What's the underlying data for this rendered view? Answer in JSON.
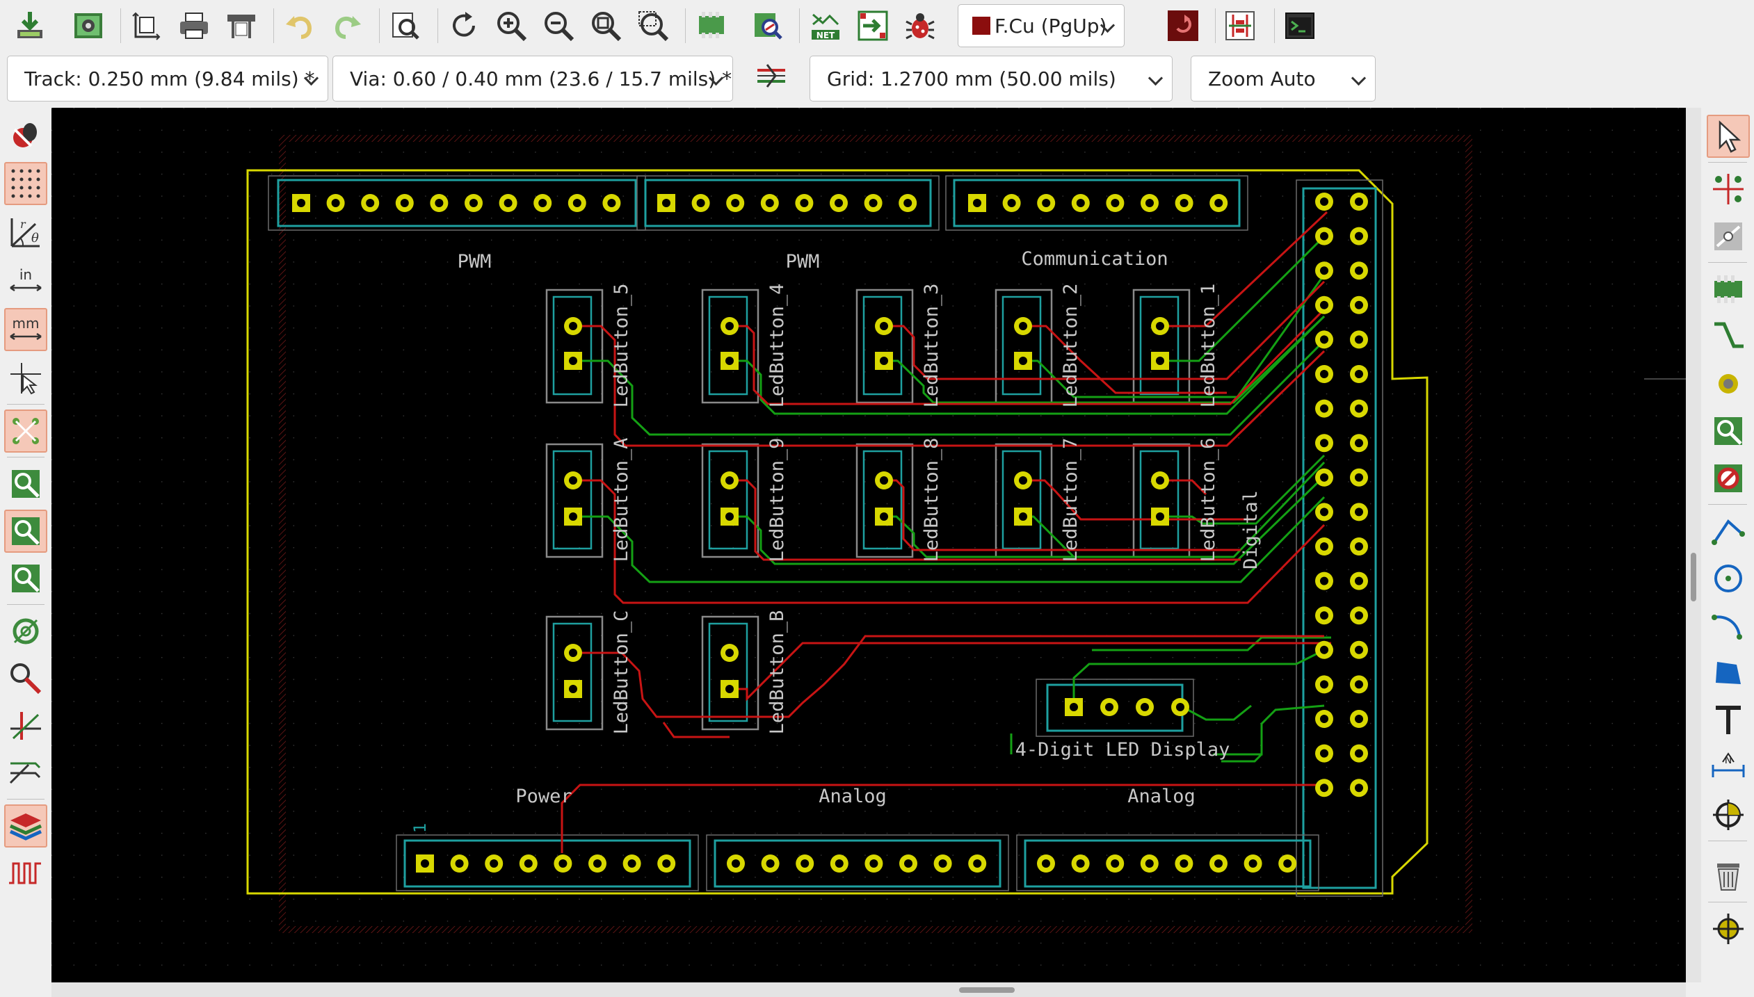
{
  "toolbar": {
    "icons": [
      "save-board-icon",
      "board-setup-icon",
      "page-settings-icon",
      "print-icon",
      "plot-icon",
      "undo-icon",
      "redo-icon",
      "find-icon",
      "redraw-icon",
      "zoom-in-icon",
      "zoom-out-icon",
      "zoom-fit-icon",
      "zoom-selection-icon",
      "footprint-editor-icon",
      "footprint-browser-icon",
      "netlist-icon",
      "update-from-schematic-icon",
      "drc-bug-icon",
      "layer-pair-icon",
      "script-icon",
      "scripting-console-icon"
    ],
    "layer": {
      "label": "F.Cu (PgUp)",
      "color": "#8b0e0e"
    }
  },
  "settings": {
    "track": "Track: 0.250 mm (9.84 mils) *",
    "via": "Via: 0.60 / 0.40 mm (23.6 / 15.7 mils) *",
    "grid": "Grid: 1.2700 mm (50.00 mils)",
    "zoom": "Zoom Auto"
  },
  "left_tools": [
    {
      "name": "drc-off-icon",
      "active": false
    },
    {
      "name": "grid-dots-icon",
      "active": true
    },
    {
      "name": "polar-coords-icon",
      "active": false
    },
    {
      "name": "inches-units-icon",
      "label": "in",
      "active": false
    },
    {
      "name": "mm-units-icon",
      "label": "mm",
      "active": true
    },
    {
      "name": "full-crosshair-icon",
      "active": false
    },
    {
      "name": "ratsnest-icon",
      "active": true
    },
    {
      "name": "pads-sketch-icon",
      "active": false
    },
    {
      "name": "vias-sketch-icon",
      "active": true
    },
    {
      "name": "tracks-sketch-icon",
      "active": false
    },
    {
      "name": "zone-outline-icon",
      "active": false
    },
    {
      "name": "zone-fill-icon",
      "active": false
    },
    {
      "name": "net-highlight-icon",
      "active": false
    },
    {
      "name": "microwave-icon",
      "active": false
    },
    {
      "name": "layers-manager-icon",
      "active": true
    },
    {
      "name": "length-tuning-icon",
      "active": false
    }
  ],
  "right_tools": [
    {
      "name": "select-arrow-icon",
      "active": true
    },
    {
      "name": "local-ratsnest-icon",
      "active": false
    },
    {
      "name": "highlight-net-icon",
      "active": false
    },
    {
      "name": "add-footprint-icon",
      "active": false
    },
    {
      "name": "route-track-icon",
      "active": false
    },
    {
      "name": "add-via-icon",
      "active": false
    },
    {
      "name": "add-zone-icon",
      "active": false
    },
    {
      "name": "add-keepout-icon",
      "active": false
    },
    {
      "name": "draw-line-icon",
      "active": false
    },
    {
      "name": "draw-circle-icon",
      "active": false
    },
    {
      "name": "draw-arc-icon",
      "active": false
    },
    {
      "name": "draw-polygon-icon",
      "active": false
    },
    {
      "name": "add-text-icon",
      "active": false
    },
    {
      "name": "add-dimension-icon",
      "active": false
    },
    {
      "name": "add-target-icon",
      "active": false
    },
    {
      "name": "delete-icon",
      "active": false
    },
    {
      "name": "set-origin-icon",
      "active": false
    }
  ],
  "board": {
    "header_labels": [
      "PWM",
      "PWM",
      "Communication",
      "Digital",
      "Power",
      "Analog",
      "Analog"
    ],
    "pin1_marker": "1",
    "buttons": [
      "LedButton_5",
      "LedButton_4",
      "LedButton_3",
      "LedButton_2",
      "LedButton_1",
      "LedButton_A",
      "LedButton_9",
      "LedButton_8",
      "LedButton_7",
      "LedButton_6",
      "LedButton_C",
      "LedButton_B"
    ],
    "display": "4-Digit LED Display",
    "colors": {
      "background": "#000000",
      "pad": "#d8d800",
      "copper_front": "#c81414",
      "copper_back": "#14a014",
      "silkscreen": "#c8c8c8",
      "courtyard": "#1ea0a0",
      "edge_cuts": "#d8d800"
    }
  }
}
